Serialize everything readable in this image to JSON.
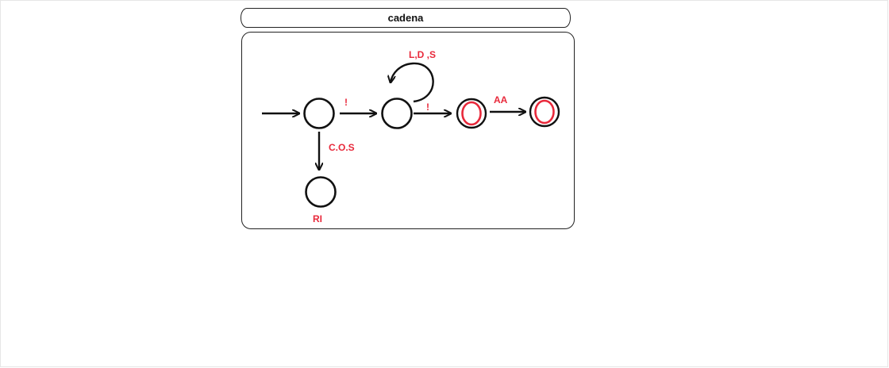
{
  "title": "cadena",
  "colors": {
    "stroke": "#111111",
    "accent": "#e8293b"
  },
  "edge_labels": {
    "q0_q1": "!",
    "loop_q1": "L,D ,S",
    "q1_q2": "!",
    "q2_q3": "AA",
    "q0_q4": "C.O.S"
  },
  "state_labels": {
    "q4": "RI"
  }
}
